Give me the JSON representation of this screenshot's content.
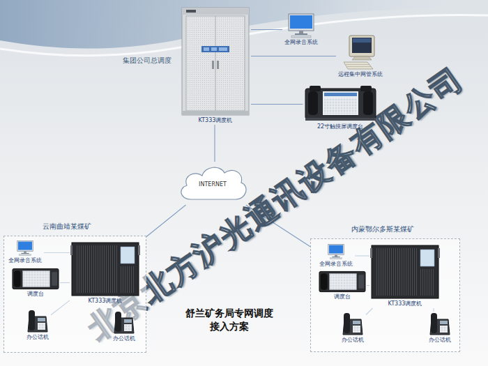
{
  "diagram": {
    "title": "舒兰矿务局专网调度 接入方案",
    "nodes": [
      {
        "text": [
          "KT333调度机"
        ]
      },
      {
        "text": [
          "全网录音系统"
        ]
      },
      {
        "text": [
          "远程集中网管系统"
        ]
      },
      {
        "text": [
          "22寸触摸屏调度台"
        ]
      },
      {
        "text": [
          "INTERNET"
        ]
      },
      {
        "text": [
          "云南曲靖某煤矿"
        ]
      },
      {
        "text": [
          "全网录音系统"
        ],
        "in": 5
      },
      {
        "text": [
          "KT333调度机"
        ],
        "in": 5
      },
      {
        "text": [
          "调度台"
        ],
        "in": 5
      },
      {
        "text": [
          "办公话机"
        ],
        "in": 5
      },
      {
        "text": [
          "办公话机"
        ],
        "in": 5
      },
      {
        "text": [
          "内蒙鄂尔多斯某煤矿"
        ]
      },
      {
        "text": [
          "全网录音系统"
        ],
        "in": 11
      },
      {
        "text": [
          "KT333调度机"
        ],
        "in": 11
      },
      {
        "text": [
          "调度台"
        ],
        "in": 11
      },
      {
        "text": [
          "办公话机"
        ],
        "in": 11
      },
      {
        "text": [
          "办公话机"
        ],
        "in": 11
      }
    ],
    "edges": [
      {
        "from": 0,
        "to": 1,
        "arrow": "none"
      },
      {
        "from": 0,
        "to": 2,
        "arrow": "none"
      },
      {
        "from": 0,
        "to": 3,
        "arrow": "none"
      },
      {
        "from": 0,
        "to": 4,
        "arrow": "none"
      },
      {
        "from": 4,
        "to": 5,
        "arrow": "none"
      },
      {
        "from": 4,
        "to": 11,
        "arrow": "none"
      },
      {
        "from": 7,
        "to": 6,
        "arrow": "none"
      },
      {
        "from": 7,
        "to": 8,
        "arrow": "none"
      },
      {
        "from": 7,
        "to": 9,
        "arrow": "none"
      },
      {
        "from": 7,
        "to": 10,
        "arrow": "none"
      },
      {
        "from": 13,
        "to": 12,
        "arrow": "none"
      },
      {
        "from": 13,
        "to": 14,
        "arrow": "none"
      },
      {
        "from": 13,
        "to": 15,
        "arrow": "none"
      },
      {
        "from": 13,
        "to": 16,
        "arrow": "none"
      }
    ],
    "labels": [
      "集团公司总调度",
      "北京北方沪光通讯设备有限公司"
    ]
  }
}
